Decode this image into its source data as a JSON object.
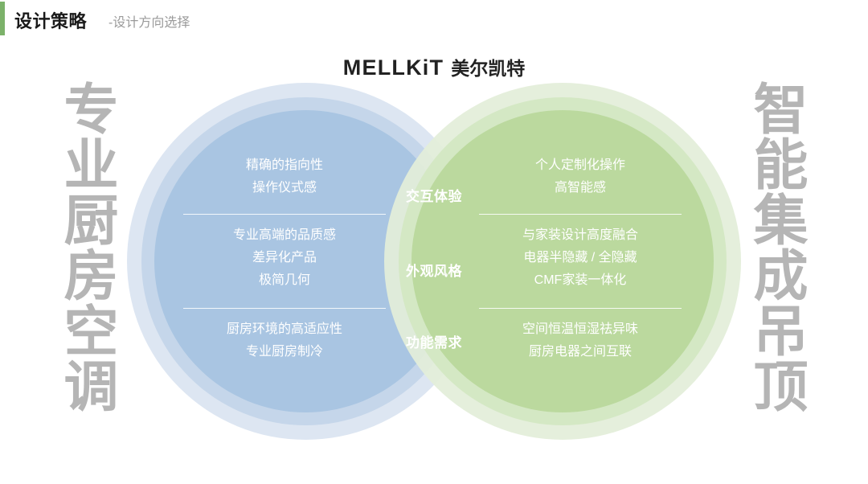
{
  "header": {
    "title": "设计策略",
    "subtitle": "-设计方向选择",
    "accent_color": "#7cb26a"
  },
  "logo": {
    "en": "MELLKiT",
    "cn": "美尔凯特"
  },
  "side_words": {
    "left": "专业厨房空调",
    "right": "智能集成吊顶",
    "color": "#b5b5b5"
  },
  "venn": {
    "left_color": "#a9c5e2",
    "right_color": "#b9d79b",
    "left_outer_color": "#dde6f2",
    "left_mid_color": "#c5d6ea",
    "right_outer_color": "#e3eed9",
    "right_mid_color": "#d3e7c2"
  },
  "categories": [
    {
      "label": "交互体验"
    },
    {
      "label": "外观风格"
    },
    {
      "label": "功能需求"
    }
  ],
  "left_panel": {
    "rows": [
      {
        "lines": [
          "精确的指向性",
          "操作仪式感"
        ]
      },
      {
        "lines": [
          "专业高端的品质感",
          "差异化产品",
          "极简几何"
        ]
      },
      {
        "lines": [
          "厨房环境的高适应性",
          "专业厨房制冷"
        ]
      }
    ]
  },
  "right_panel": {
    "rows": [
      {
        "lines": [
          "个人定制化操作",
          "高智能感"
        ]
      },
      {
        "lines": [
          "与家装设计高度融合",
          "电器半隐藏 / 全隐藏",
          "CMF家装一体化"
        ]
      },
      {
        "lines": [
          "空间恒温恒湿祛异味",
          "厨房电器之间互联"
        ]
      }
    ]
  }
}
